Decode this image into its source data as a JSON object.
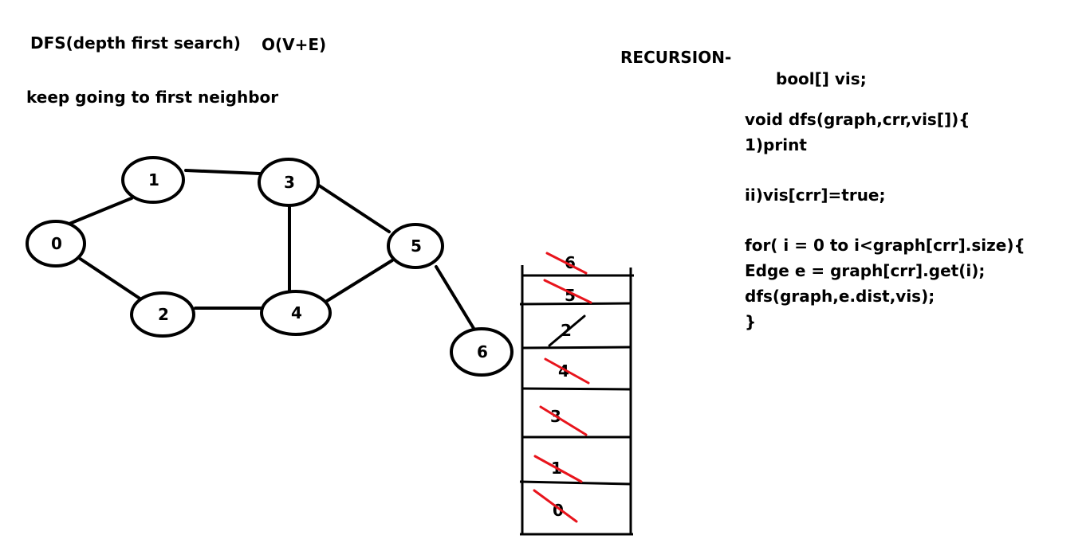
{
  "header": {
    "title": "DFS(depth first search)",
    "complexity": "O(V+E)",
    "subtitle": "keep going to first neighbor"
  },
  "graph": {
    "nodes": [
      {
        "id": "0",
        "label": "0"
      },
      {
        "id": "1",
        "label": "1"
      },
      {
        "id": "2",
        "label": "2"
      },
      {
        "id": "3",
        "label": "3"
      },
      {
        "id": "4",
        "label": "4"
      },
      {
        "id": "5",
        "label": "5"
      },
      {
        "id": "6",
        "label": "6"
      }
    ],
    "edges": [
      [
        "0",
        "1"
      ],
      [
        "0",
        "2"
      ],
      [
        "1",
        "3"
      ],
      [
        "2",
        "4"
      ],
      [
        "3",
        "4"
      ],
      [
        "3",
        "5"
      ],
      [
        "4",
        "5"
      ],
      [
        "5",
        "6"
      ]
    ]
  },
  "stack": {
    "entries_top_to_bottom": [
      "6",
      "5",
      "2",
      "4",
      "3",
      "1",
      "0"
    ]
  },
  "code": {
    "heading": "RECURSION-",
    "lines": [
      "bool[] vis;",
      "void dfs(graph,crr,vis[]){",
      "1)print",
      "ii)vis[crr]=true;",
      "for( i = 0 to i<graph[crr].size){",
      "Edge e = graph[crr].get(i);",
      "dfs(graph,e.dist,vis);",
      "}"
    ]
  },
  "colors": {
    "ink": "#000000",
    "strike": "#e8141c",
    "background": "#ffffff"
  }
}
